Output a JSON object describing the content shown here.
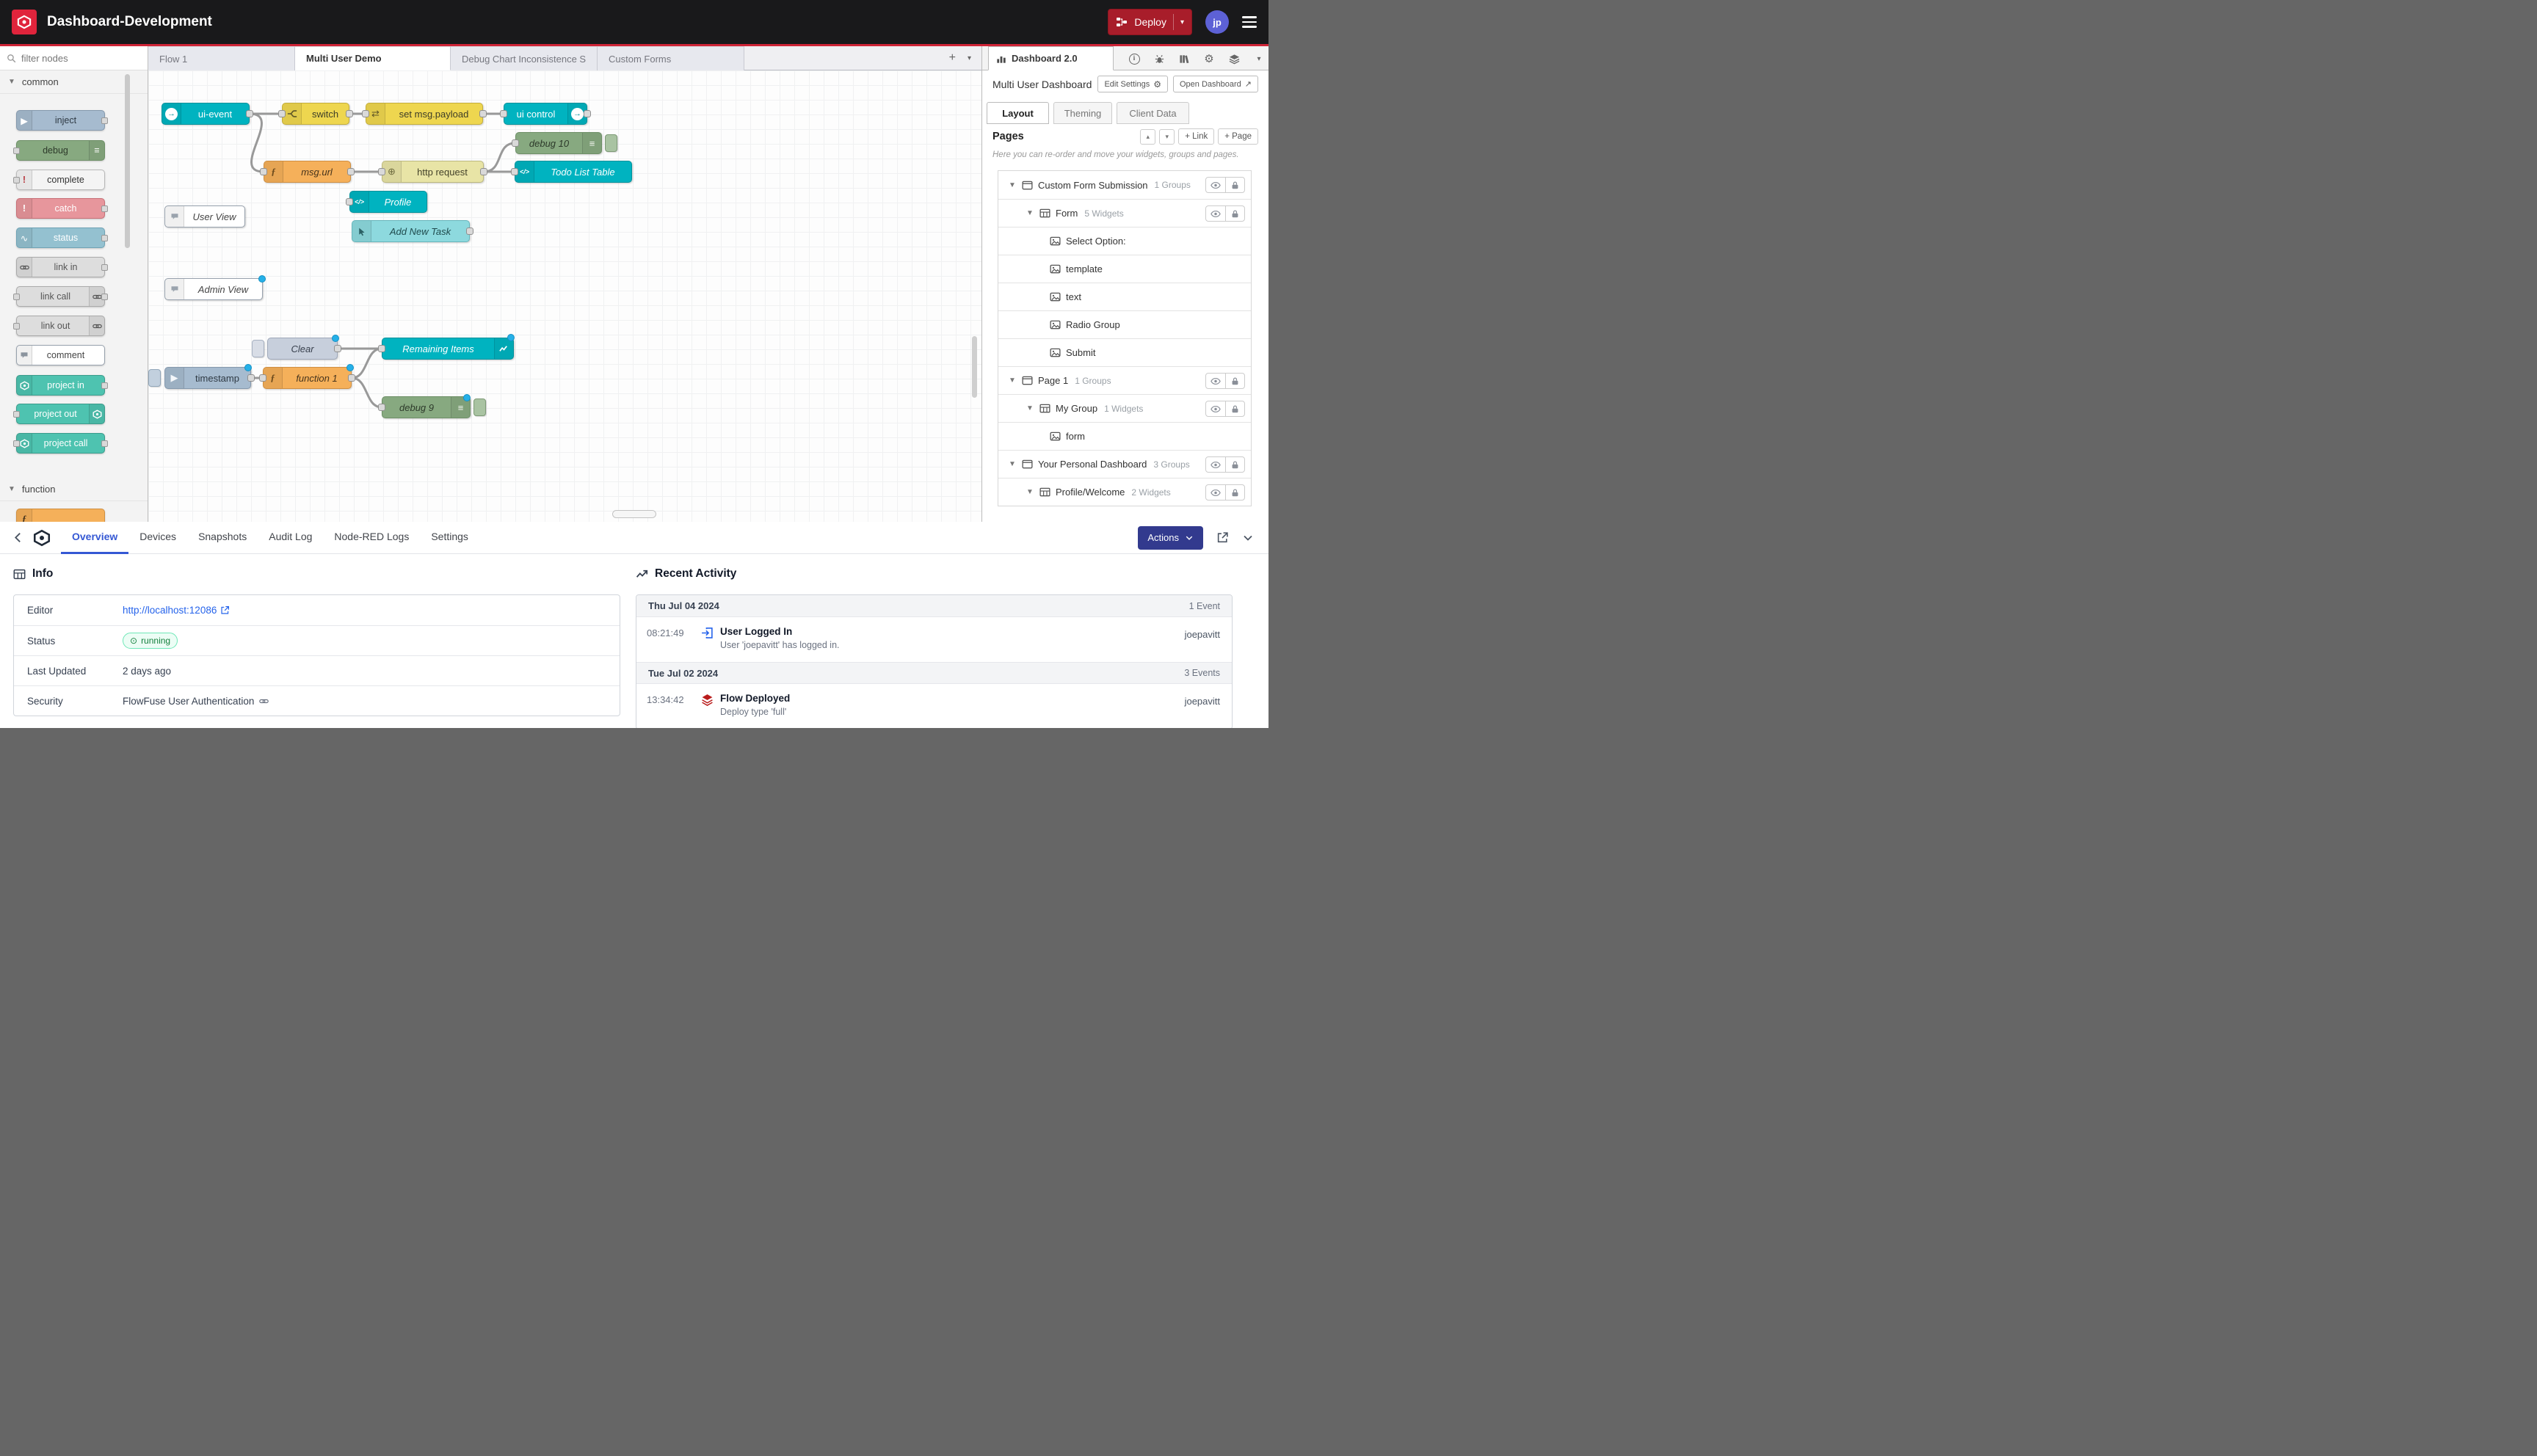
{
  "header": {
    "title": "Dashboard-Development",
    "deploy_label": "Deploy",
    "avatar_initials": "jp"
  },
  "palette": {
    "search_placeholder": "filter nodes",
    "category_common": "common",
    "category_function": "function",
    "common_nodes": [
      {
        "label": "inject"
      },
      {
        "label": "debug"
      },
      {
        "label": "complete"
      },
      {
        "label": "catch"
      },
      {
        "label": "status"
      },
      {
        "label": "link in"
      },
      {
        "label": "link call"
      },
      {
        "label": "link out"
      },
      {
        "label": "comment"
      },
      {
        "label": "project in"
      },
      {
        "label": "project out"
      },
      {
        "label": "project call"
      }
    ]
  },
  "workspace": {
    "tabs": [
      {
        "label": "Flow 1"
      },
      {
        "label": "Multi User Demo"
      },
      {
        "label": "Debug Chart Inconsistence S"
      },
      {
        "label": "Custom Forms"
      }
    ]
  },
  "canvas": {
    "nodes": {
      "ui_event": "ui-event",
      "switch": "switch",
      "set_payload": "set msg.payload",
      "ui_control": "ui control",
      "debug10": "debug 10",
      "msg_url": "msg.url",
      "http_request": "http request",
      "todo_table": "Todo List Table",
      "profile": "Profile",
      "user_view": "User View",
      "add_new_task": "Add New Task",
      "admin_view": "Admin View",
      "clear": "Clear",
      "remaining": "Remaining Items",
      "timestamp": "timestamp",
      "function1": "function 1",
      "debug9": "debug 9"
    }
  },
  "sidebar": {
    "tab_label": "Dashboard 2.0",
    "dashboard_title": "Multi User Dashboard",
    "edit_settings": "Edit Settings",
    "open_dashboard": "Open Dashboard",
    "tabs": [
      {
        "label": "Layout"
      },
      {
        "label": "Theming"
      },
      {
        "label": "Client Data"
      }
    ],
    "pages_title": "Pages",
    "link_button": "+ Link",
    "page_button": "+ Page",
    "help_text": "Here you can re-order and move your widgets, groups and pages.",
    "tree": [
      {
        "type": "page",
        "label": "Custom Form Submission",
        "meta": "1 Groups"
      },
      {
        "type": "group",
        "label": "Form",
        "meta": "5 Widgets"
      },
      {
        "type": "widget",
        "label": "Select Option:"
      },
      {
        "type": "widget",
        "label": "template"
      },
      {
        "type": "widget",
        "label": "text"
      },
      {
        "type": "widget",
        "label": "Radio Group"
      },
      {
        "type": "widget",
        "label": "Submit"
      },
      {
        "type": "page",
        "label": "Page 1",
        "meta": "1 Groups"
      },
      {
        "type": "group",
        "label": "My Group",
        "meta": "1 Widgets"
      },
      {
        "type": "widget",
        "label": "form"
      },
      {
        "type": "page",
        "label": "Your Personal Dashboard",
        "meta": "3 Groups"
      },
      {
        "type": "group",
        "label": "Profile/Welcome",
        "meta": "2 Widgets"
      }
    ]
  },
  "instance": {
    "tabs": [
      {
        "label": "Overview"
      },
      {
        "label": "Devices"
      },
      {
        "label": "Snapshots"
      },
      {
        "label": "Audit Log"
      },
      {
        "label": "Node-RED Logs"
      },
      {
        "label": "Settings"
      }
    ],
    "actions_label": "Actions",
    "info": {
      "title": "Info",
      "rows": [
        {
          "label": "Editor",
          "value": "http://localhost:12086"
        },
        {
          "label": "Status",
          "value": "running"
        },
        {
          "label": "Last Updated",
          "value": "2 days ago"
        },
        {
          "label": "Security",
          "value": "FlowFuse User Authentication"
        }
      ]
    },
    "activity": {
      "title": "Recent Activity",
      "days": [
        {
          "date": "Thu Jul 04 2024",
          "count": "1 Event",
          "events": [
            {
              "time": "08:21:49",
              "title": "User Logged In",
              "description": "User 'joepavitt' has logged in.",
              "user": "joepavitt",
              "icon": "login-icon"
            }
          ]
        },
        {
          "date": "Tue Jul 02 2024",
          "count": "3 Events",
          "events": [
            {
              "time": "13:34:42",
              "title": "Flow Deployed",
              "description": "Deploy type 'full'",
              "user": "joepavitt",
              "icon": "deploy-icon"
            }
          ]
        }
      ]
    }
  }
}
